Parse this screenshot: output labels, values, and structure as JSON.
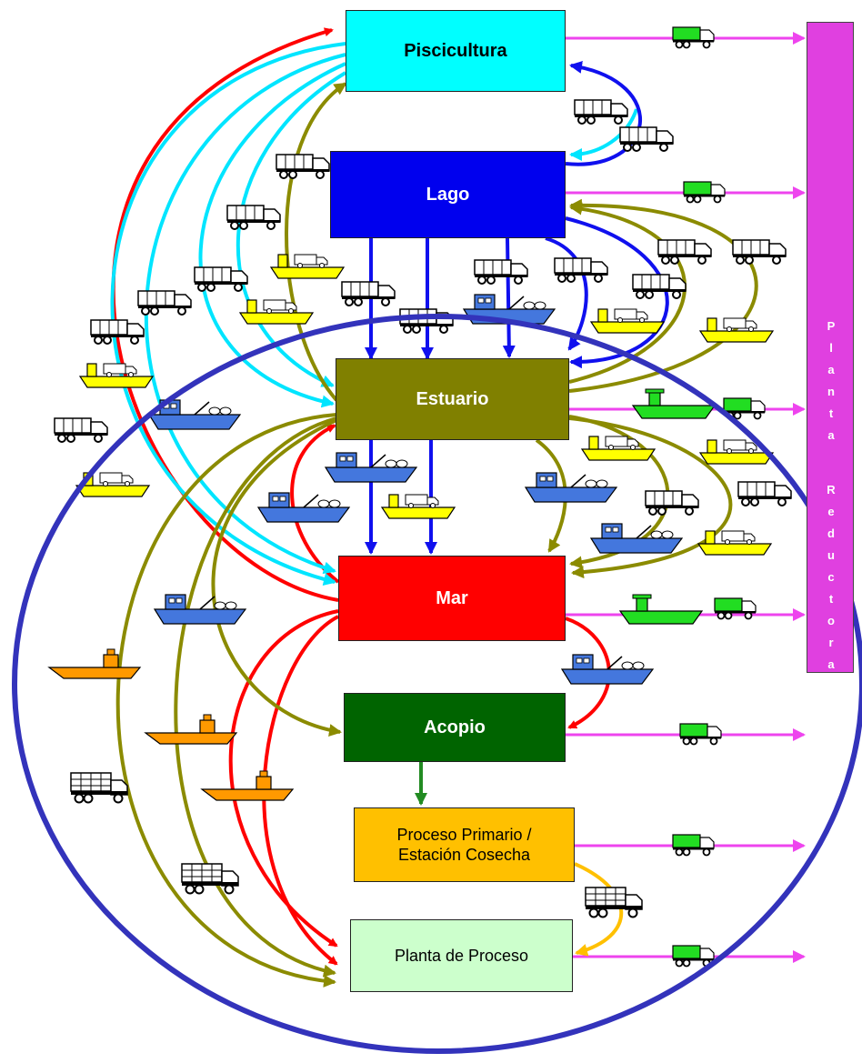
{
  "nodes": {
    "piscicultura": {
      "label": "Piscicultura",
      "color": "#00ffff"
    },
    "lago": {
      "label": "Lago",
      "color": "#0000ee"
    },
    "estuario": {
      "label": "Estuario",
      "color": "#808000"
    },
    "mar": {
      "label": "Mar",
      "color": "#ff0000"
    },
    "acopio": {
      "label": "Acopio",
      "color": "#006400"
    },
    "proceso_primario": {
      "label_line1": "Proceso Primario /",
      "label_line2": "Estación Cosecha",
      "color": "#ffc000"
    },
    "planta_proceso": {
      "label": "Planta de Proceso",
      "color": "#ccffcc"
    }
  },
  "planta_reductora": {
    "letters": [
      "P",
      "l",
      "a",
      "n",
      "t",
      "a",
      "R",
      "e",
      "d",
      "u",
      "c",
      "t",
      "o",
      "r",
      "a"
    ],
    "color": "#e040e0"
  },
  "colors": {
    "red": "#ff0000",
    "cyan": "#00e5ff",
    "blue": "#1010ee",
    "olive": "#8b8b00",
    "magenta": "#ee44ee",
    "green": "#228b22",
    "orange": "#ffc000",
    "ellipse": "#3333bb"
  },
  "icons": [
    "truck-icon",
    "green-truck-icon",
    "ship-icon",
    "yellow-boat-icon",
    "green-boat-icon",
    "orange-boat-icon",
    "crate-truck-icon"
  ]
}
